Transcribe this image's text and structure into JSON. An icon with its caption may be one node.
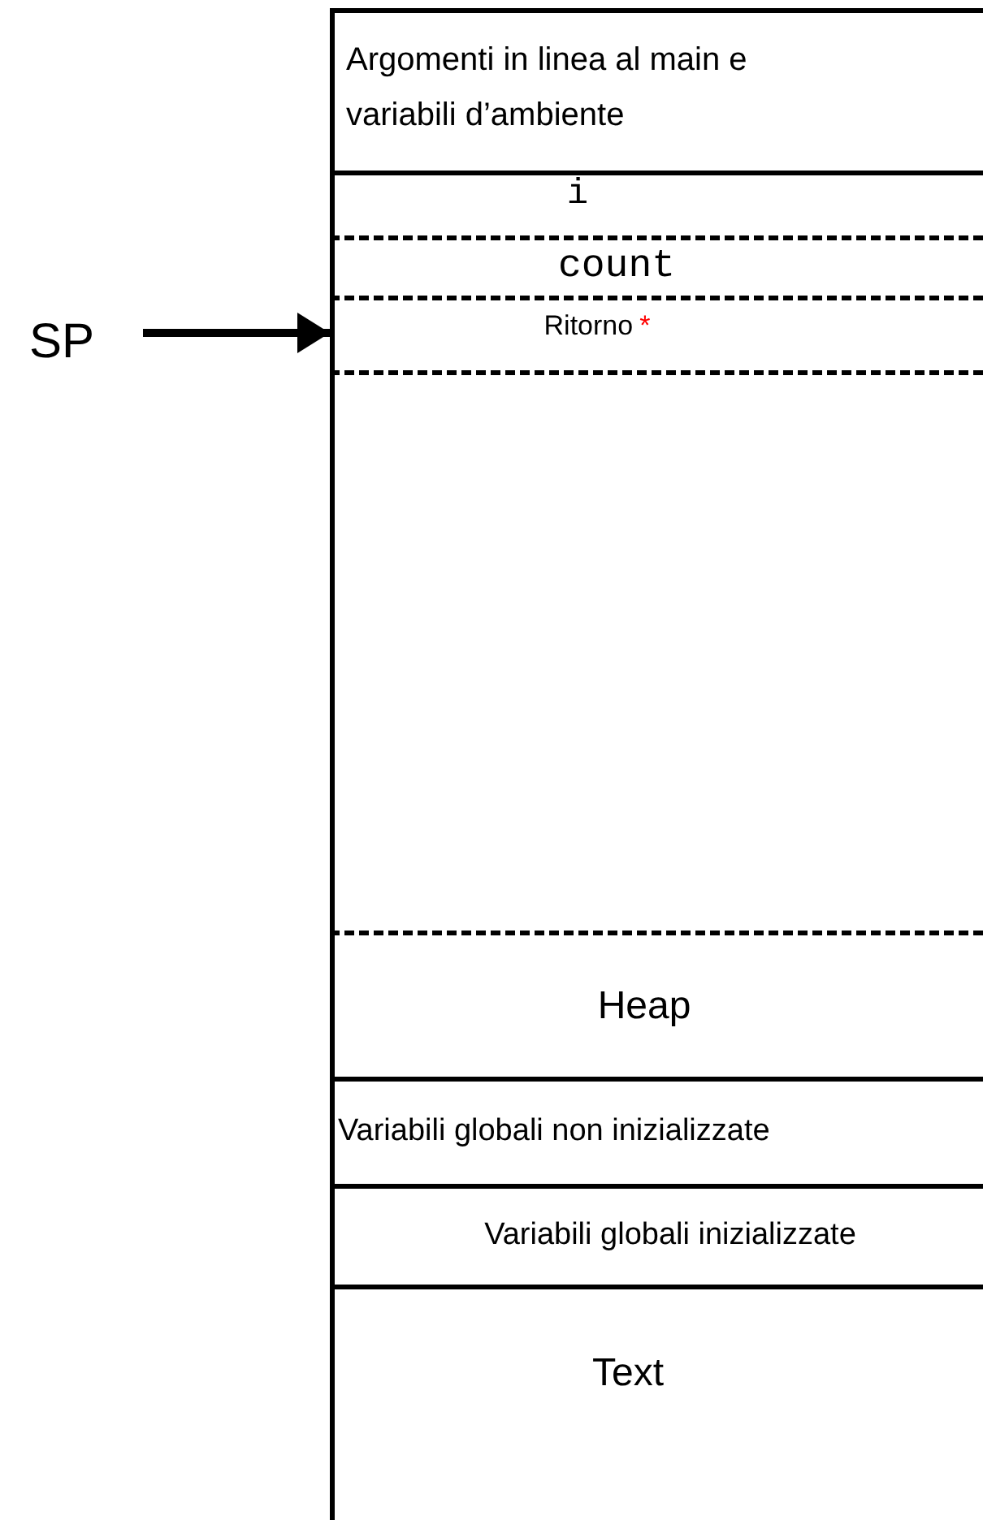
{
  "diagram": {
    "nodes": [
      {
        "text": [
          "Argomenti in linea al main e variabili d’ambiente"
        ]
      },
      {
        "text": [
          "i"
        ]
      },
      {
        "text": [
          "count"
        ]
      },
      {
        "text": [
          "Ritorno",
          "*"
        ]
      },
      {
        "text": [],
        "shape": "box"
      },
      {
        "text": [
          "Heap"
        ]
      },
      {
        "text": [
          "Variabili globali non inizializzate"
        ]
      },
      {
        "text": [
          "Variabili globali inizializzate"
        ]
      },
      {
        "text": [
          "Text"
        ]
      },
      {
        "text": [
          "SP"
        ]
      }
    ],
    "edges": [
      {
        "from": 9,
        "to": 3,
        "arrow": "to"
      }
    ]
  }
}
